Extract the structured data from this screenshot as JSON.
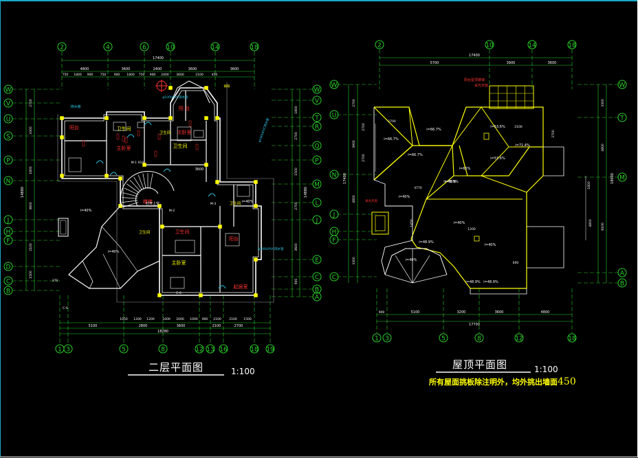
{
  "plans": [
    {
      "title": "二层平面图",
      "scale": "1:100",
      "axes_top": [
        "2",
        "4",
        "6",
        "10",
        "14",
        "18"
      ],
      "axes_bottom": [
        "1",
        "3",
        "5",
        "8",
        "12",
        "13",
        "16",
        "18",
        "19"
      ],
      "axes_left": [
        "W",
        "V",
        "U",
        "S",
        "P",
        "N",
        "J",
        "H",
        "F",
        "D",
        "C",
        "B"
      ],
      "axes_right": [
        "W",
        "V",
        "T",
        "R",
        "Q",
        "P",
        "M",
        "L",
        "J",
        "E",
        "C",
        "B",
        "A"
      ],
      "dims_top_total": "17400",
      "dims_top": [
        "4800",
        "3600",
        "2400",
        "3600",
        "3600"
      ],
      "dims_bottom_total": "18280",
      "dims_bottom": [
        "5100",
        "2800",
        "3600",
        "2100",
        "2700"
      ],
      "rooms": [
        "阳台",
        "卫生间",
        "主卧室",
        "楼梯",
        "卫生间",
        "次卧室",
        "卫生间",
        "主卧室",
        "阳台",
        "起居室"
      ],
      "levels": [
        "i=40%",
        "i=40%",
        "i=40%"
      ]
    },
    {
      "title": "屋顶平面图",
      "scale": "1:100",
      "axes_top": [
        "2",
        "10",
        "14",
        "18"
      ],
      "axes_bottom": [
        "1",
        "3",
        "5",
        "8",
        "12",
        "18"
      ],
      "axes_left": [
        "W",
        "U",
        "N",
        "J",
        "H",
        "F",
        "C"
      ],
      "axes_right": [
        "W",
        "T",
        "M",
        "A",
        "B"
      ],
      "dims_top_total": "17400",
      "dims_top": [
        "5700",
        "3900",
        "3600"
      ],
      "dims_bottom_total": "17700",
      "dims_bottom": [
        "5100",
        "3200",
        "3600",
        "4800"
      ],
      "slopes": [
        "i=66.7%",
        "i=66.7%",
        "i=53.6%",
        "i=71.4%",
        "i=66.7%",
        "i=60%",
        "i=53.6%",
        "i=40%",
        "i=40%",
        "i=48.9%",
        "i=40%",
        "i=48.9%",
        "i=40%",
        "i=48.9%",
        "i=48.9%",
        "i=40%"
      ],
      "notes": [
        "阳台屋顶玻璃",
        "采光天窗"
      ],
      "footnote": "所有屋面挑板除注明外，均外挑出墙面",
      "footnote_value": "450"
    }
  ]
}
